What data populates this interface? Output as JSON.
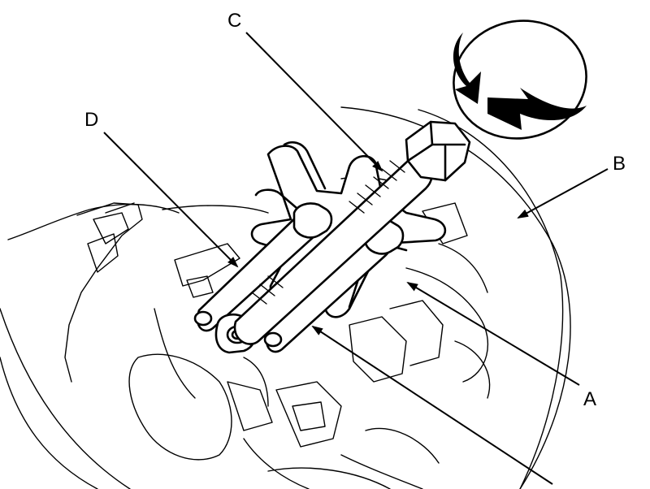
{
  "callouts": {
    "a": "A",
    "b": "B",
    "c": "C",
    "d": "D"
  },
  "icons": {
    "rotation": "rotation-arrow-icon"
  }
}
